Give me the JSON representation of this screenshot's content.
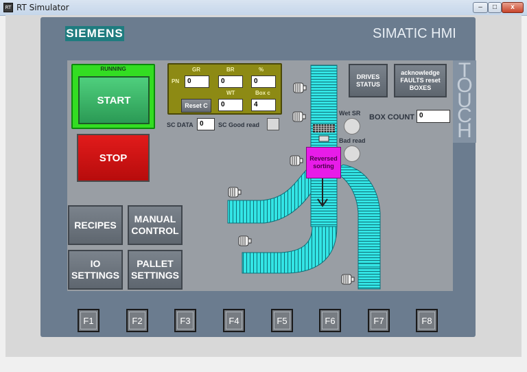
{
  "window": {
    "title": "RT Simulator",
    "icon_text": "RT"
  },
  "window_buttons": [
    {
      "name": "minimize-button",
      "glyph": "–"
    },
    {
      "name": "maximize-button",
      "glyph": "□"
    },
    {
      "name": "close-button",
      "glyph": "x"
    }
  ],
  "bezel": {
    "brand": "SIEMENS",
    "product": "SIMATIC HMI",
    "touch_letters": [
      "T",
      "O",
      "U",
      "C",
      "H"
    ]
  },
  "status": {
    "running": "RUNNING"
  },
  "controls": {
    "start": "START",
    "stop": "STOP",
    "drives_status": "DRIVES STATUS",
    "acknowledge": "acknowledge FAULTS reset BOXES",
    "reset_c": "Reset C"
  },
  "nav": {
    "recipes": "RECIPES",
    "manual_control": "MANUAL CONTROL",
    "io_settings": "IO SETTINGS",
    "pallet_settings": "PALLET SETTINGS"
  },
  "panel": {
    "labels": {
      "gr": "GR",
      "br": "BR",
      "pct": "%",
      "pn": "PN",
      "wt": "WT",
      "box_c": "Box c"
    },
    "values": {
      "gr": "0",
      "br": "0",
      "pct": "0",
      "wt": "0",
      "box_c": "4"
    }
  },
  "scanner": {
    "sc_data_label": "SC DATA",
    "sc_data_value": "0",
    "sc_good_read_label": "SC Good read"
  },
  "conveyor": {
    "wet_sr": "Wet SR",
    "bad_read": "Bad read",
    "box_count_label": "BOX COUNT",
    "box_count_value": "0",
    "diverter_label": "Reversed sorting"
  },
  "function_keys": [
    "F1",
    "F2",
    "F3",
    "F4",
    "F5",
    "F6",
    "F7",
    "F8"
  ],
  "colors": {
    "conveyor": "#33e5e5",
    "diverter": "#e81ce8",
    "running": "#33dd22",
    "stop": "#d51212",
    "start": "#35b464",
    "panel": "#8d8a14",
    "bezel": "#6b7c8f",
    "screen": "#999ea4",
    "brand": "#1f7c7f"
  }
}
